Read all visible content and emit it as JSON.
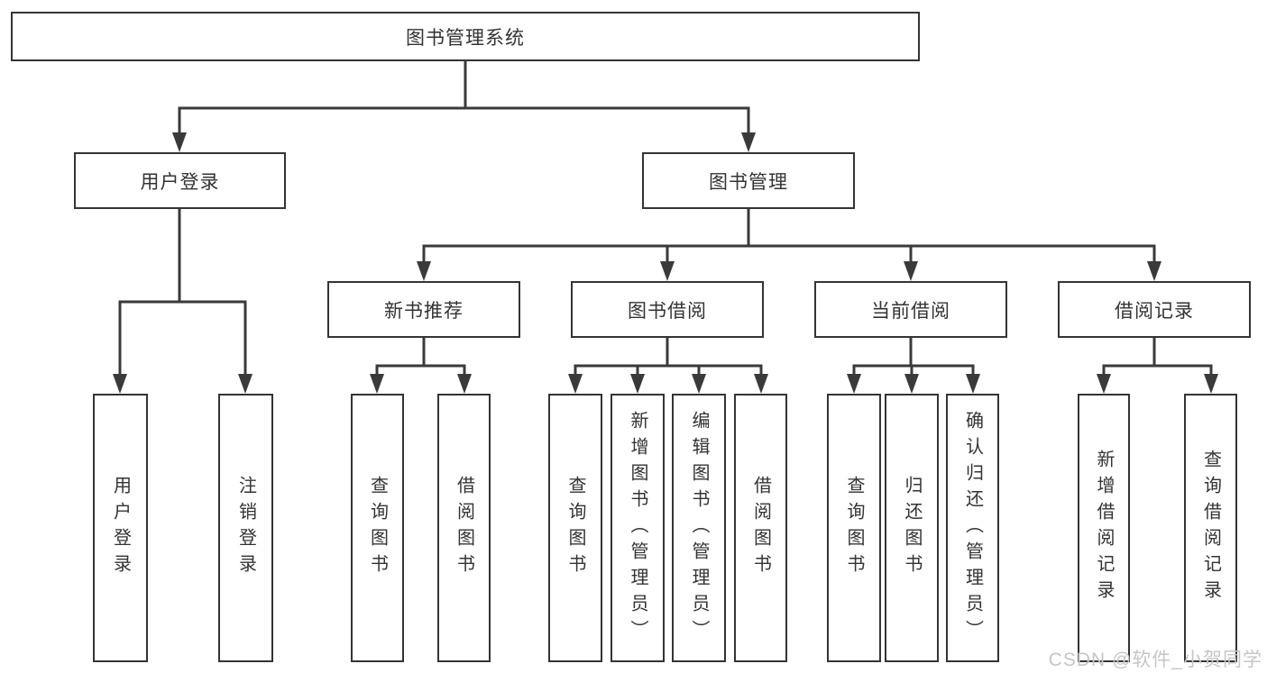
{
  "tree": {
    "root": {
      "label": "图书管理系统"
    },
    "branches": [
      {
        "label": "用户登录",
        "children": [
          {
            "label": "用户登录"
          },
          {
            "label": "注销登录"
          }
        ]
      },
      {
        "label": "图书管理",
        "children": [
          {
            "label": "新书推荐",
            "children": [
              {
                "label": "查询图书"
              },
              {
                "label": "借阅图书"
              }
            ]
          },
          {
            "label": "图书借阅",
            "children": [
              {
                "label": "查询图书"
              },
              {
                "label": "新增图书（管理员）"
              },
              {
                "label": "编辑图书（管理员）"
              },
              {
                "label": "借阅图书"
              }
            ]
          },
          {
            "label": "当前借阅",
            "children": [
              {
                "label": "查询图书"
              },
              {
                "label": "归还图书"
              },
              {
                "label": "确认归还（管理员）"
              }
            ]
          },
          {
            "label": "借阅记录",
            "children": [
              {
                "label": "新增借阅记录"
              },
              {
                "label": "查询借阅记录"
              }
            ]
          }
        ]
      }
    ]
  },
  "watermark": "CSDN @软件_小贺同学",
  "colors": {
    "line": "#3a3a3a",
    "box_border": "#343434",
    "text": "#333333",
    "watermark": "#c6c6c6",
    "background": "#ffffff"
  }
}
